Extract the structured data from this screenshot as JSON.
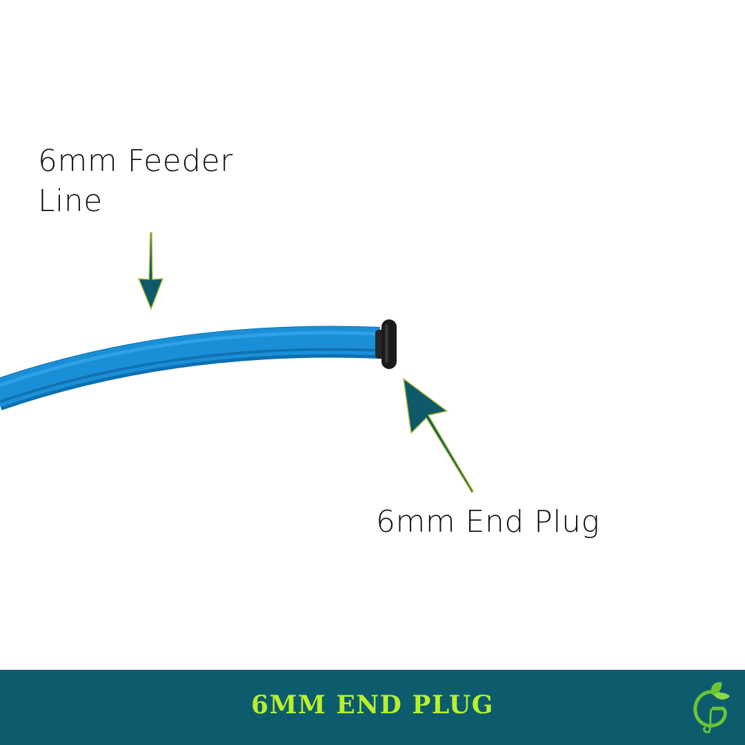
{
  "labels": {
    "feeder_line": "6mm Feeder Line",
    "end_plug": "6mm End Plug"
  },
  "banner": {
    "title": "6MM END PLUG",
    "background_color": "#0c5c6e",
    "title_color": "#b8f02c"
  },
  "colors": {
    "tube": "#1a8fd8",
    "tube_dark": "#0d6fb0",
    "plug": "#1b1b1b",
    "arrow_fill": "#0e5a6a",
    "arrow_outline": "#b9c23a",
    "logo_green": "#6cc435"
  },
  "icons": {
    "logo": "leaf-g-logo-icon",
    "arrow": "arrow-icon"
  }
}
